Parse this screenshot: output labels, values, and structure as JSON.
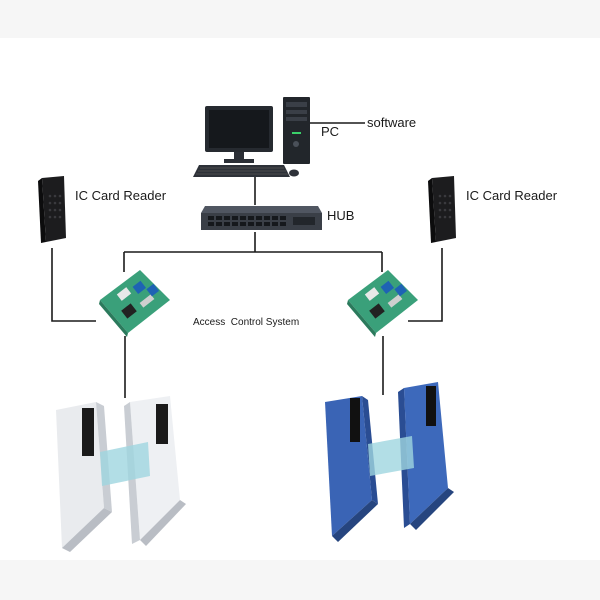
{
  "labels": {
    "pc": "PC",
    "software": "software",
    "hub": "HUB",
    "card_reader_left": "IC Card Reader",
    "card_reader_right": "IC Card Reader",
    "access_control": "Access  Control System"
  },
  "colors": {
    "line": "#1a1a1a",
    "reader_body": "#1c1c1e",
    "board_green": "#3aa07a",
    "hub_body": "#3a3f47",
    "turnstile_white": "#eef0f3",
    "turnstile_blue": "#3a64b5",
    "glass": "#9fd6e0"
  },
  "icons": [
    "desktop-pc-icon",
    "network-hub-icon",
    "card-reader-icon",
    "controller-board-icon",
    "turnstile-icon"
  ]
}
